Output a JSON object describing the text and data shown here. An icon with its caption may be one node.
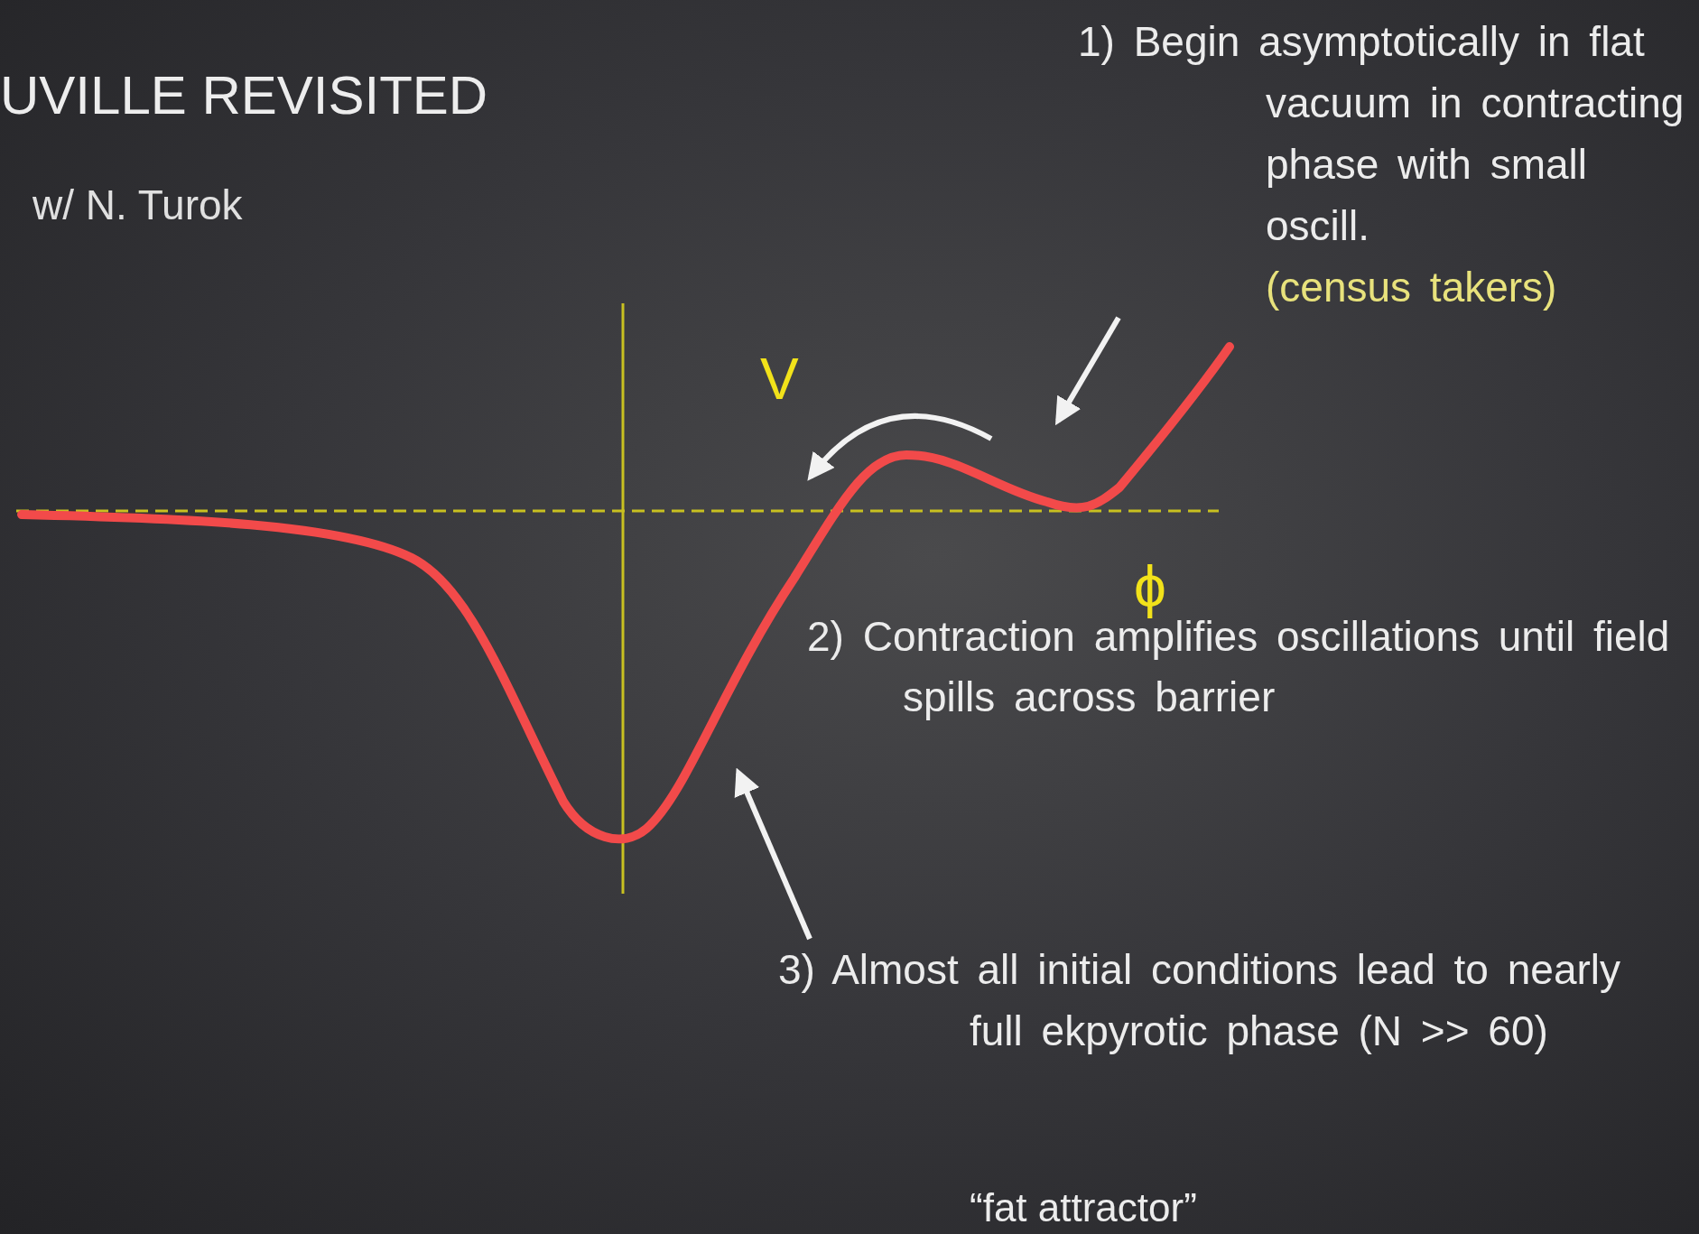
{
  "diagram": {
    "nodes": [
      {
        "text": [
          "1) Begin asymptotically in flat vacuum in contracting phase with small oscill.",
          "(census takers)"
        ]
      },
      {
        "text": [
          "3) Almost all initial conditions lead to nearly full ekpyrotic phase (N >> 60)"
        ]
      }
    ],
    "edges": [
      {
        "from": 0,
        "to": null,
        "arrow": "to"
      },
      {
        "from": 1,
        "to": null,
        "arrow": "to"
      }
    ],
    "labels": [
      "UVILLE REVISITED",
      "w/ N. Turok",
      "V",
      "ϕ",
      "2) Contraction amplifies oscillations until field spills across barrier",
      "“fat attractor”"
    ]
  }
}
